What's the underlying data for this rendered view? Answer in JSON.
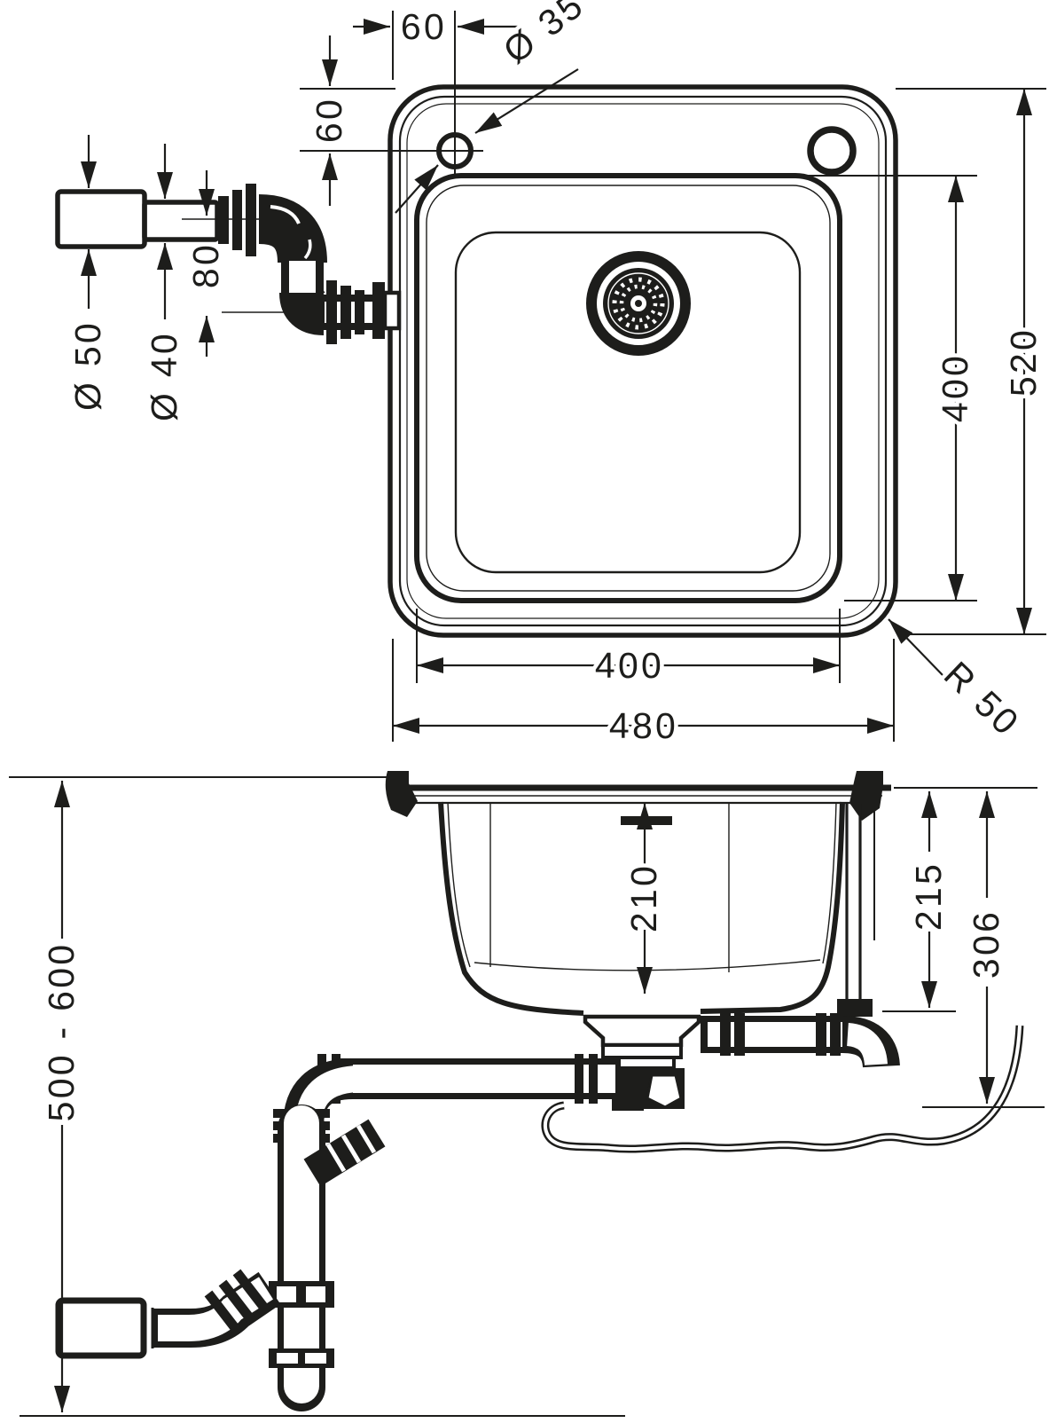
{
  "colors": {
    "line": "#1d1d1b",
    "background": "#ffffff"
  },
  "views": {
    "plan": {
      "dimensions": {
        "hole_offset_x": "60",
        "hole_offset_y": "60",
        "hole_diameter": "Ø 35",
        "outlet_diameter": "Ø 50",
        "overflow_diameter": "Ø 40",
        "overflow_drop": "80",
        "bowl_depth": "400",
        "overall_depth": "520",
        "bowl_width": "400",
        "overall_width": "480",
        "corner_radius": "R 50"
      }
    },
    "section": {
      "dimensions": {
        "bowl_depth": "210",
        "outlet_height": "215",
        "overall_height": "306",
        "installation_height": "500 - 600"
      }
    }
  }
}
